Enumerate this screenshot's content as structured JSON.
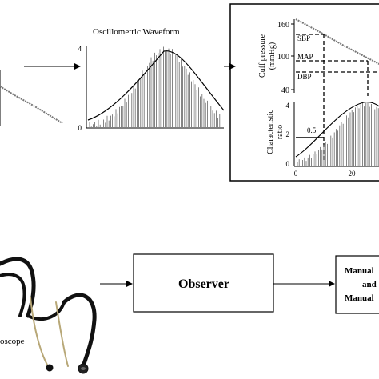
{
  "top": {
    "waveform_title": "Oscillometric Waveform",
    "waveform_ticks": {
      "y_top": "4",
      "y_bottom": "0"
    },
    "cuff_chart": {
      "ylabel_line1": "Cuff  pressure",
      "ylabel_line2": "(mmHg)",
      "y_ticks": [
        "160",
        "100",
        "40"
      ],
      "labels": {
        "sbp": "SBP",
        "map": "MAP",
        "dbp": "DBP"
      }
    },
    "ratio_chart": {
      "ylabel_line1": "Characteristic",
      "ylabel_line2": "ratio",
      "y_ticks": [
        "4",
        "2",
        "0"
      ],
      "threshold_label": "0.5",
      "x_ticks": [
        "0",
        "20"
      ]
    }
  },
  "bottom": {
    "stethoscope_label": "oscope",
    "observer_label": "Observer",
    "manual_line1": "Manual",
    "manual_line2": "and",
    "manual_line3": "Manual"
  },
  "colors": {
    "line": "#000000",
    "waveform": "#555555",
    "background": "#ffffff"
  }
}
